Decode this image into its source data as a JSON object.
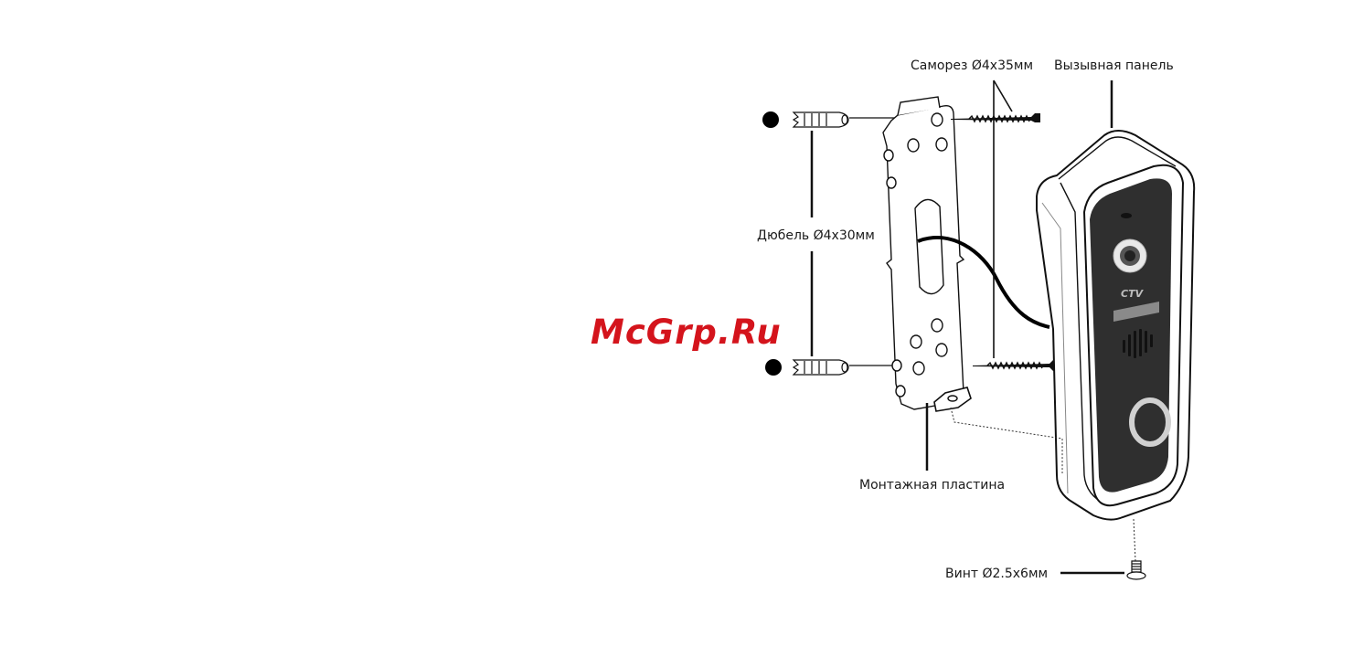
{
  "watermark": {
    "text": "McGrp.Ru",
    "color": "#d4141c"
  },
  "labels": {
    "screw": "Саморез Ø4x35мм",
    "panel": "Вызывная панель",
    "dowel": "Дюбель Ø4x30мм",
    "plate": "Монтажная пластина",
    "bolt": "Винт Ø2.5x6мм"
  },
  "panel_logo": "CTV",
  "colors": {
    "line": "#111111",
    "panel_face": "#2f2f2f",
    "panel_body": "#ffffff"
  }
}
